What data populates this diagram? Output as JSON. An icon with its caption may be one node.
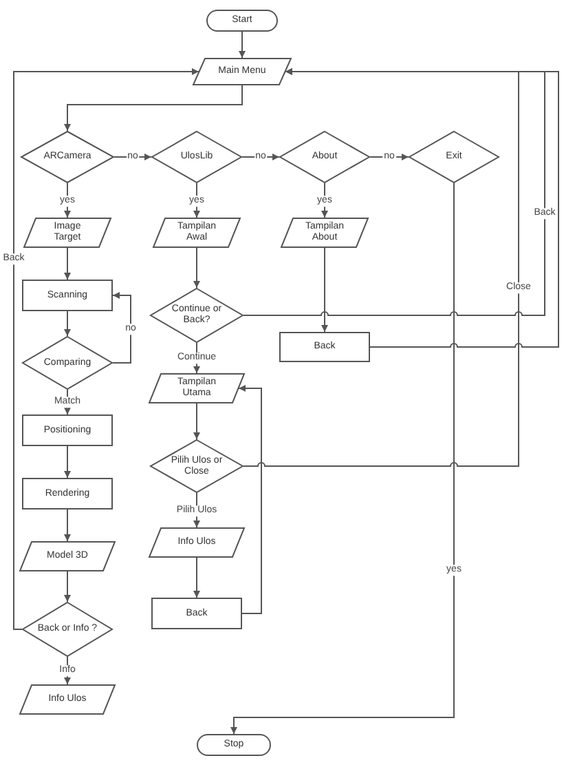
{
  "diagram": {
    "nodes": [
      {
        "text": [
          "Start"
        ]
      },
      {
        "text": [
          "Main Menu"
        ]
      },
      {
        "text": [
          "ARCamera"
        ]
      },
      {
        "text": [
          "UlosLib"
        ]
      },
      {
        "text": [
          "About"
        ]
      },
      {
        "text": [
          "Exit"
        ]
      },
      {
        "text": [
          "Image Target"
        ]
      },
      {
        "text": [
          "Tampilan Awal"
        ]
      },
      {
        "text": [
          "Tampilan About"
        ]
      },
      {
        "text": [
          "Scanning"
        ]
      },
      {
        "text": [
          "Continue or Back?"
        ]
      },
      {
        "text": [
          "Back"
        ]
      },
      {
        "text": [
          "Comparing"
        ]
      },
      {
        "text": [
          "Tampilan Utama"
        ]
      },
      {
        "text": [
          "Positioning"
        ]
      },
      {
        "text": [
          "Pilih Ulos or Close"
        ]
      },
      {
        "text": [
          "Rendering"
        ]
      },
      {
        "text": [
          "Info Ulos"
        ]
      },
      {
        "text": [
          "Model 3D"
        ]
      },
      {
        "text": [
          "Back"
        ]
      },
      {
        "text": [
          "Back or Info ?"
        ]
      },
      {
        "text": [
          "Info Ulos"
        ]
      },
      {
        "text": [
          "Stop"
        ]
      }
    ],
    "edges": [
      {
        "from": 0,
        "to": 1,
        "arrow": "to"
      },
      {
        "from": 1,
        "to": 2,
        "arrow": "to"
      },
      {
        "from": 2,
        "to": 3,
        "arrow": "to",
        "label": "no"
      },
      {
        "from": 3,
        "to": 4,
        "arrow": "to",
        "label": "no"
      },
      {
        "from": 4,
        "to": 5,
        "arrow": "to",
        "label": "no"
      },
      {
        "from": 2,
        "to": 6,
        "arrow": "to",
        "label": "yes"
      },
      {
        "from": 3,
        "to": 7,
        "arrow": "to",
        "label": "yes"
      },
      {
        "from": 4,
        "to": 8,
        "arrow": "to",
        "label": "yes"
      },
      {
        "from": 6,
        "to": 9,
        "arrow": "to"
      },
      {
        "from": 7,
        "to": 10,
        "arrow": "to"
      },
      {
        "from": 8,
        "to": 11,
        "arrow": "to"
      },
      {
        "from": 9,
        "to": 12,
        "arrow": "to"
      },
      {
        "from": 12,
        "to": 9,
        "arrow": "to",
        "label": "no"
      },
      {
        "from": 10,
        "to": 13,
        "arrow": "to",
        "label": "Continue"
      },
      {
        "from": 10,
        "to": 1,
        "arrow": "to",
        "label": "Back"
      },
      {
        "from": 12,
        "to": 14,
        "arrow": "to",
        "label": "Match"
      },
      {
        "from": 13,
        "to": 15,
        "arrow": "to"
      },
      {
        "from": 14,
        "to": 16,
        "arrow": "to"
      },
      {
        "from": 15,
        "to": 17,
        "arrow": "to",
        "label": "Pilih Ulos"
      },
      {
        "from": 15,
        "to": 1,
        "arrow": "to",
        "label": "Close"
      },
      {
        "from": 16,
        "to": 18,
        "arrow": "to"
      },
      {
        "from": 17,
        "to": 19,
        "arrow": "to"
      },
      {
        "from": 19,
        "to": 13,
        "arrow": "to"
      },
      {
        "from": 11,
        "to": 1,
        "arrow": "to"
      },
      {
        "from": 18,
        "to": 20,
        "arrow": "to"
      },
      {
        "from": 20,
        "to": 21,
        "arrow": "to",
        "label": "Info"
      },
      {
        "from": 20,
        "to": 1,
        "arrow": "to",
        "label": "Back"
      },
      {
        "from": 5,
        "to": 22,
        "arrow": "to",
        "label": "yes"
      }
    ]
  }
}
